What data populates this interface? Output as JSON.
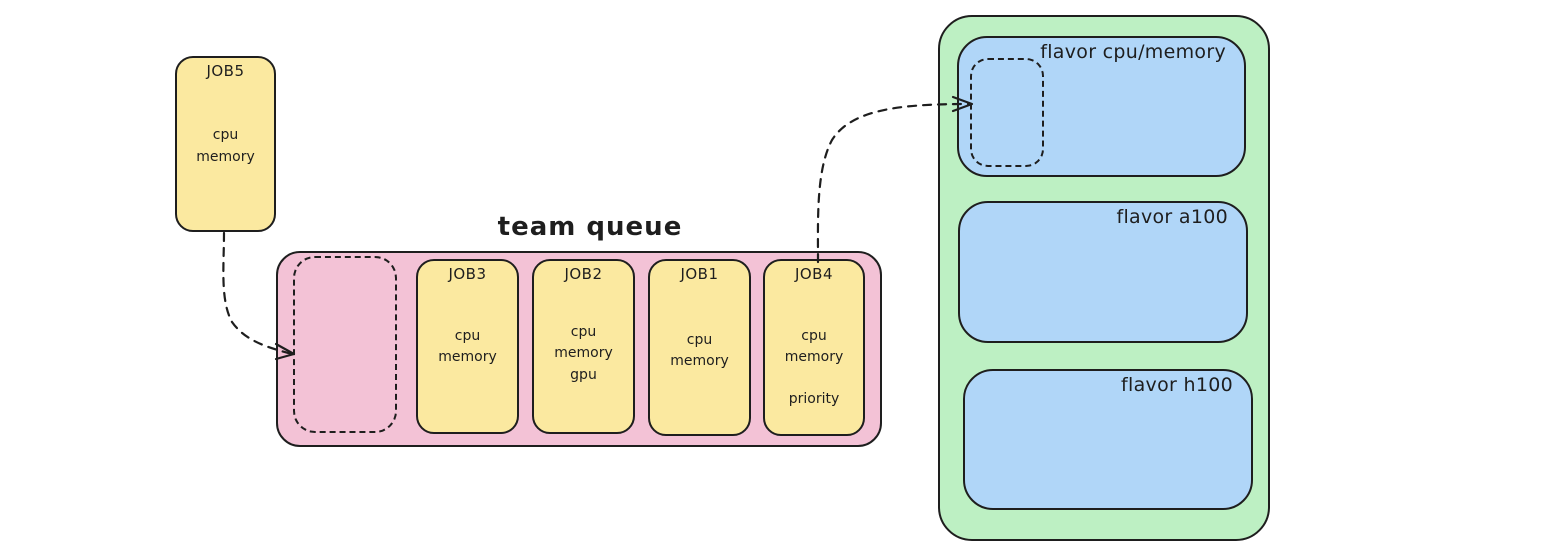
{
  "queue": {
    "title": "team queue"
  },
  "jobs": {
    "job5": {
      "name": "JOB5",
      "res1": "cpu",
      "res2": "memory"
    },
    "job3": {
      "name": "JOB3",
      "res1": "cpu",
      "res2": "memory"
    },
    "job2": {
      "name": "JOB2",
      "res1": "cpu",
      "res2": "memory",
      "res3": "gpu"
    },
    "job1": {
      "name": "JOB1",
      "res1": "cpu",
      "res2": "memory"
    },
    "job4": {
      "name": "JOB4",
      "res1": "cpu",
      "res2": "memory",
      "res3": "priority"
    }
  },
  "flavors": {
    "cpu_memory": {
      "label": "flavor cpu/memory"
    },
    "a100": {
      "label": "flavor a100"
    },
    "h100": {
      "label": "flavor h100"
    }
  },
  "colors": {
    "job_fill": "#fbe9a0",
    "queue_fill": "#f3c2d6",
    "node_fill": "#bdf0c3",
    "flavor_fill": "#b0d6f8",
    "stroke": "#1e1e1e"
  }
}
